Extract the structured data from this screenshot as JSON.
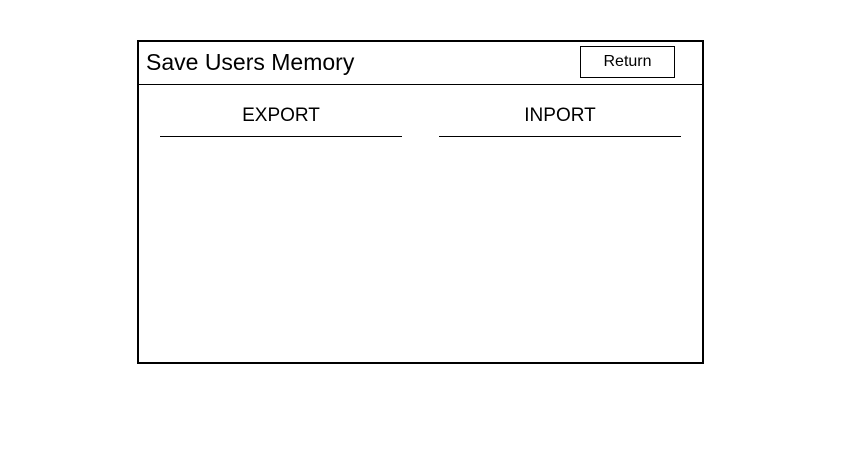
{
  "window": {
    "title": "Save Users Memory",
    "return_label": "Return"
  },
  "tabs": [
    {
      "label": "EXPORT"
    },
    {
      "label": "INPORT"
    }
  ]
}
